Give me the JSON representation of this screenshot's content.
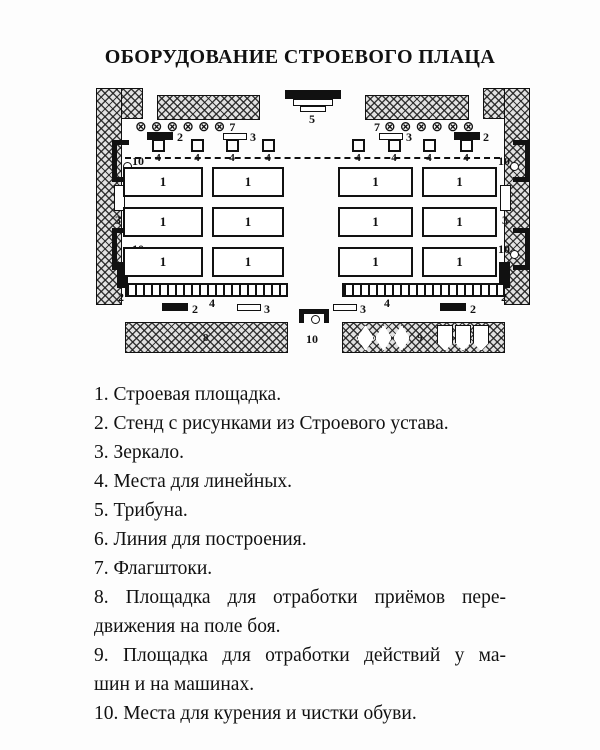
{
  "title": "ОБОРУДОВАНИЕ СТРОЕВОГО ПЛАЦА",
  "diagram": {
    "flag_symbol": "⊗",
    "labels": {
      "platform": "1",
      "stand": "2",
      "mirror": "3",
      "lineman": "4",
      "tribune": "5",
      "flagpoles": "7",
      "field_movement": "8",
      "field_vehicles": "9",
      "smoking": "10"
    }
  },
  "legend": {
    "items": [
      {
        "text": "1. Строевая площадка."
      },
      {
        "text": "2. Стенд с рисунками из Строевого устава."
      },
      {
        "text": "3. Зеркало."
      },
      {
        "text": "4. Места для линейных."
      },
      {
        "text": "5. Трибуна."
      },
      {
        "text": "6. Линия для построения."
      },
      {
        "text": "7. Флагштоки."
      },
      {
        "line1": "8. Площадка для отработки приёмов пере-",
        "line2": "движения на поле боя."
      },
      {
        "line1": "9. Площадка для отработки действий у ма-",
        "line2": "шин и на машинах."
      },
      {
        "text": "10. Места для курения и чистки обуви."
      }
    ]
  }
}
